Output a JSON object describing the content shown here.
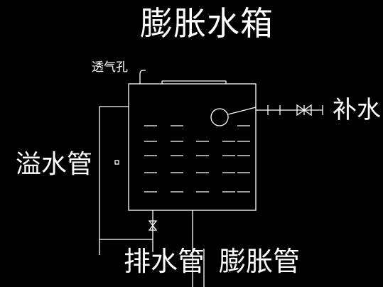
{
  "diagram": {
    "title": "膨胀水箱",
    "labels": {
      "vent_hole": "透气孔",
      "makeup_water": "补水",
      "overflow_pipe": "溢水管",
      "drain_pipe": "排水管",
      "expansion_pipe": "膨胀管"
    },
    "colors": {
      "background": "#000000",
      "line": "#ffffff"
    }
  }
}
